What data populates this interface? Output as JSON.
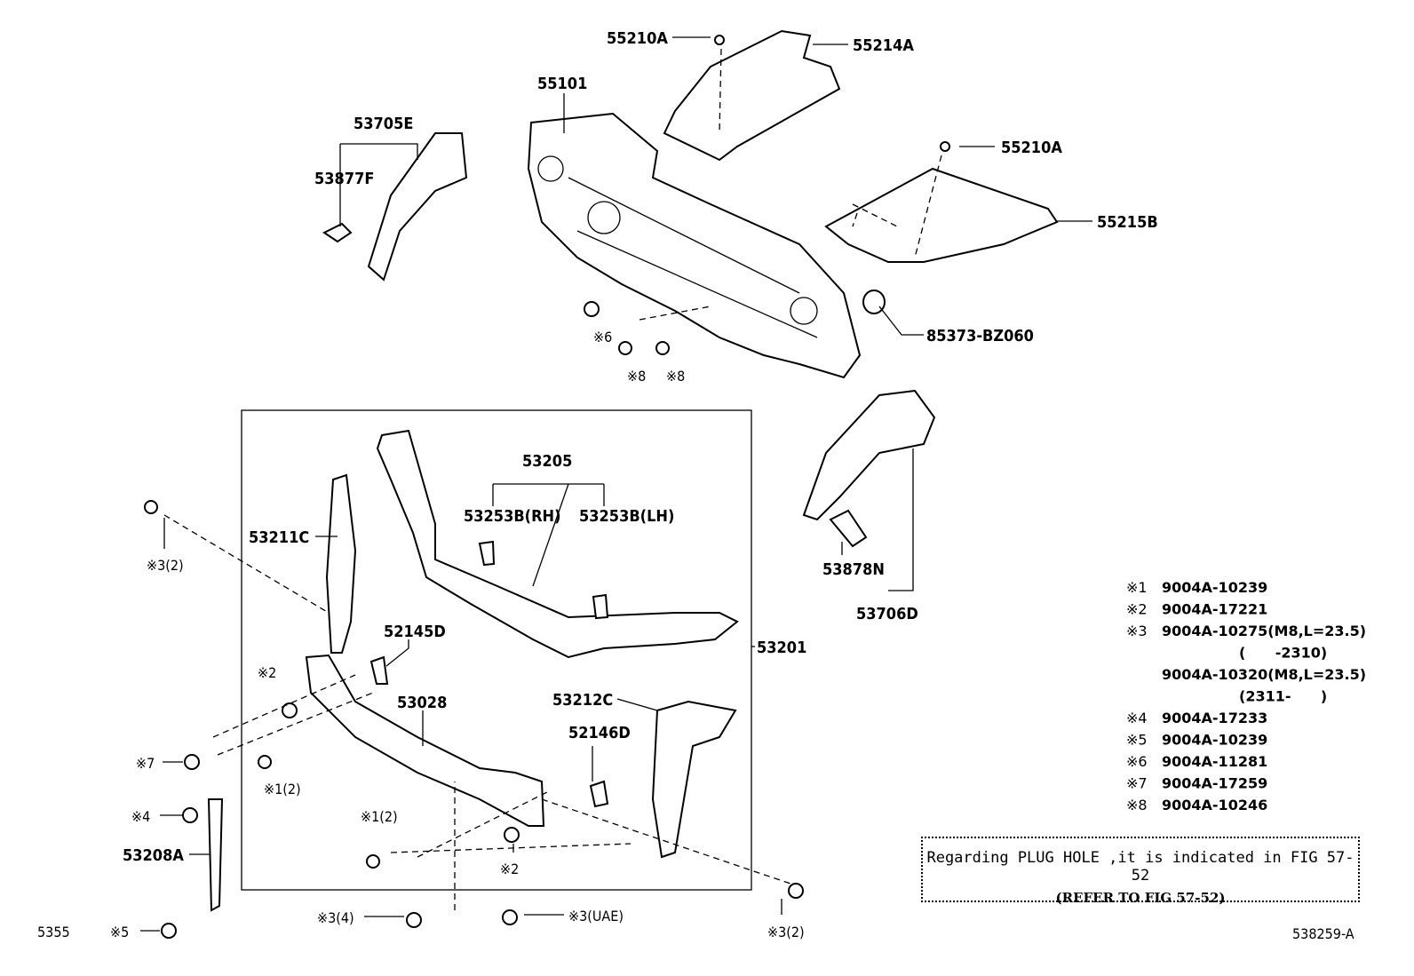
{
  "callouts": [
    "55210A",
    "55214A",
    "55101",
    "53705E",
    "53877F",
    "55210A",
    "55215B",
    "85373-BZ060",
    "※6",
    "※8",
    "※8",
    "53205",
    "53253B(RH)",
    "53253B(LH)",
    "53211C",
    "※3(2)",
    "53878N",
    "53706D",
    "52145D",
    "53201",
    "※2",
    "53028",
    "53212C",
    "52146D",
    "※7",
    "※1(2)",
    "※4",
    "※1(2)",
    "53208A",
    "※2",
    "※3(4)",
    "※3(UAE)",
    "5355",
    "※5",
    "※3(2)",
    "538259-A"
  ],
  "legend": [
    {
      "mark": "※1",
      "part": "9004A-10239"
    },
    {
      "mark": "※2",
      "part": "9004A-17221"
    },
    {
      "mark": "※3",
      "part": "9004A-10275(M8,L=23.5)"
    },
    {
      "mark": "",
      "part": "(      -2310)"
    },
    {
      "mark": "",
      "part": "9004A-10320(M8,L=23.5)"
    },
    {
      "mark": "",
      "part": "(2311-      )"
    },
    {
      "mark": "※4",
      "part": "9004A-17233"
    },
    {
      "mark": "※5",
      "part": "9004A-10239"
    },
    {
      "mark": "※6",
      "part": "9004A-11281"
    },
    {
      "mark": "※7",
      "part": "9004A-17259"
    },
    {
      "mark": "※8",
      "part": "9004A-10246"
    }
  ],
  "note": {
    "line1": "Regarding PLUG HOLE ,it is indicated in FIG 57-52",
    "line2": "(REFER TO FIG 57-52)"
  },
  "parts": [
    "dash-panel",
    "dash-silencer-upper",
    "dash-silencer-lower",
    "apron-upper-lh",
    "apron-upper-rh",
    "radiator-support-upper",
    "radiator-support-lower",
    "radiator-support-side-lh",
    "radiator-support-side-rh",
    "hood-lock-support",
    "plug-hole-plug",
    "fasteners"
  ]
}
